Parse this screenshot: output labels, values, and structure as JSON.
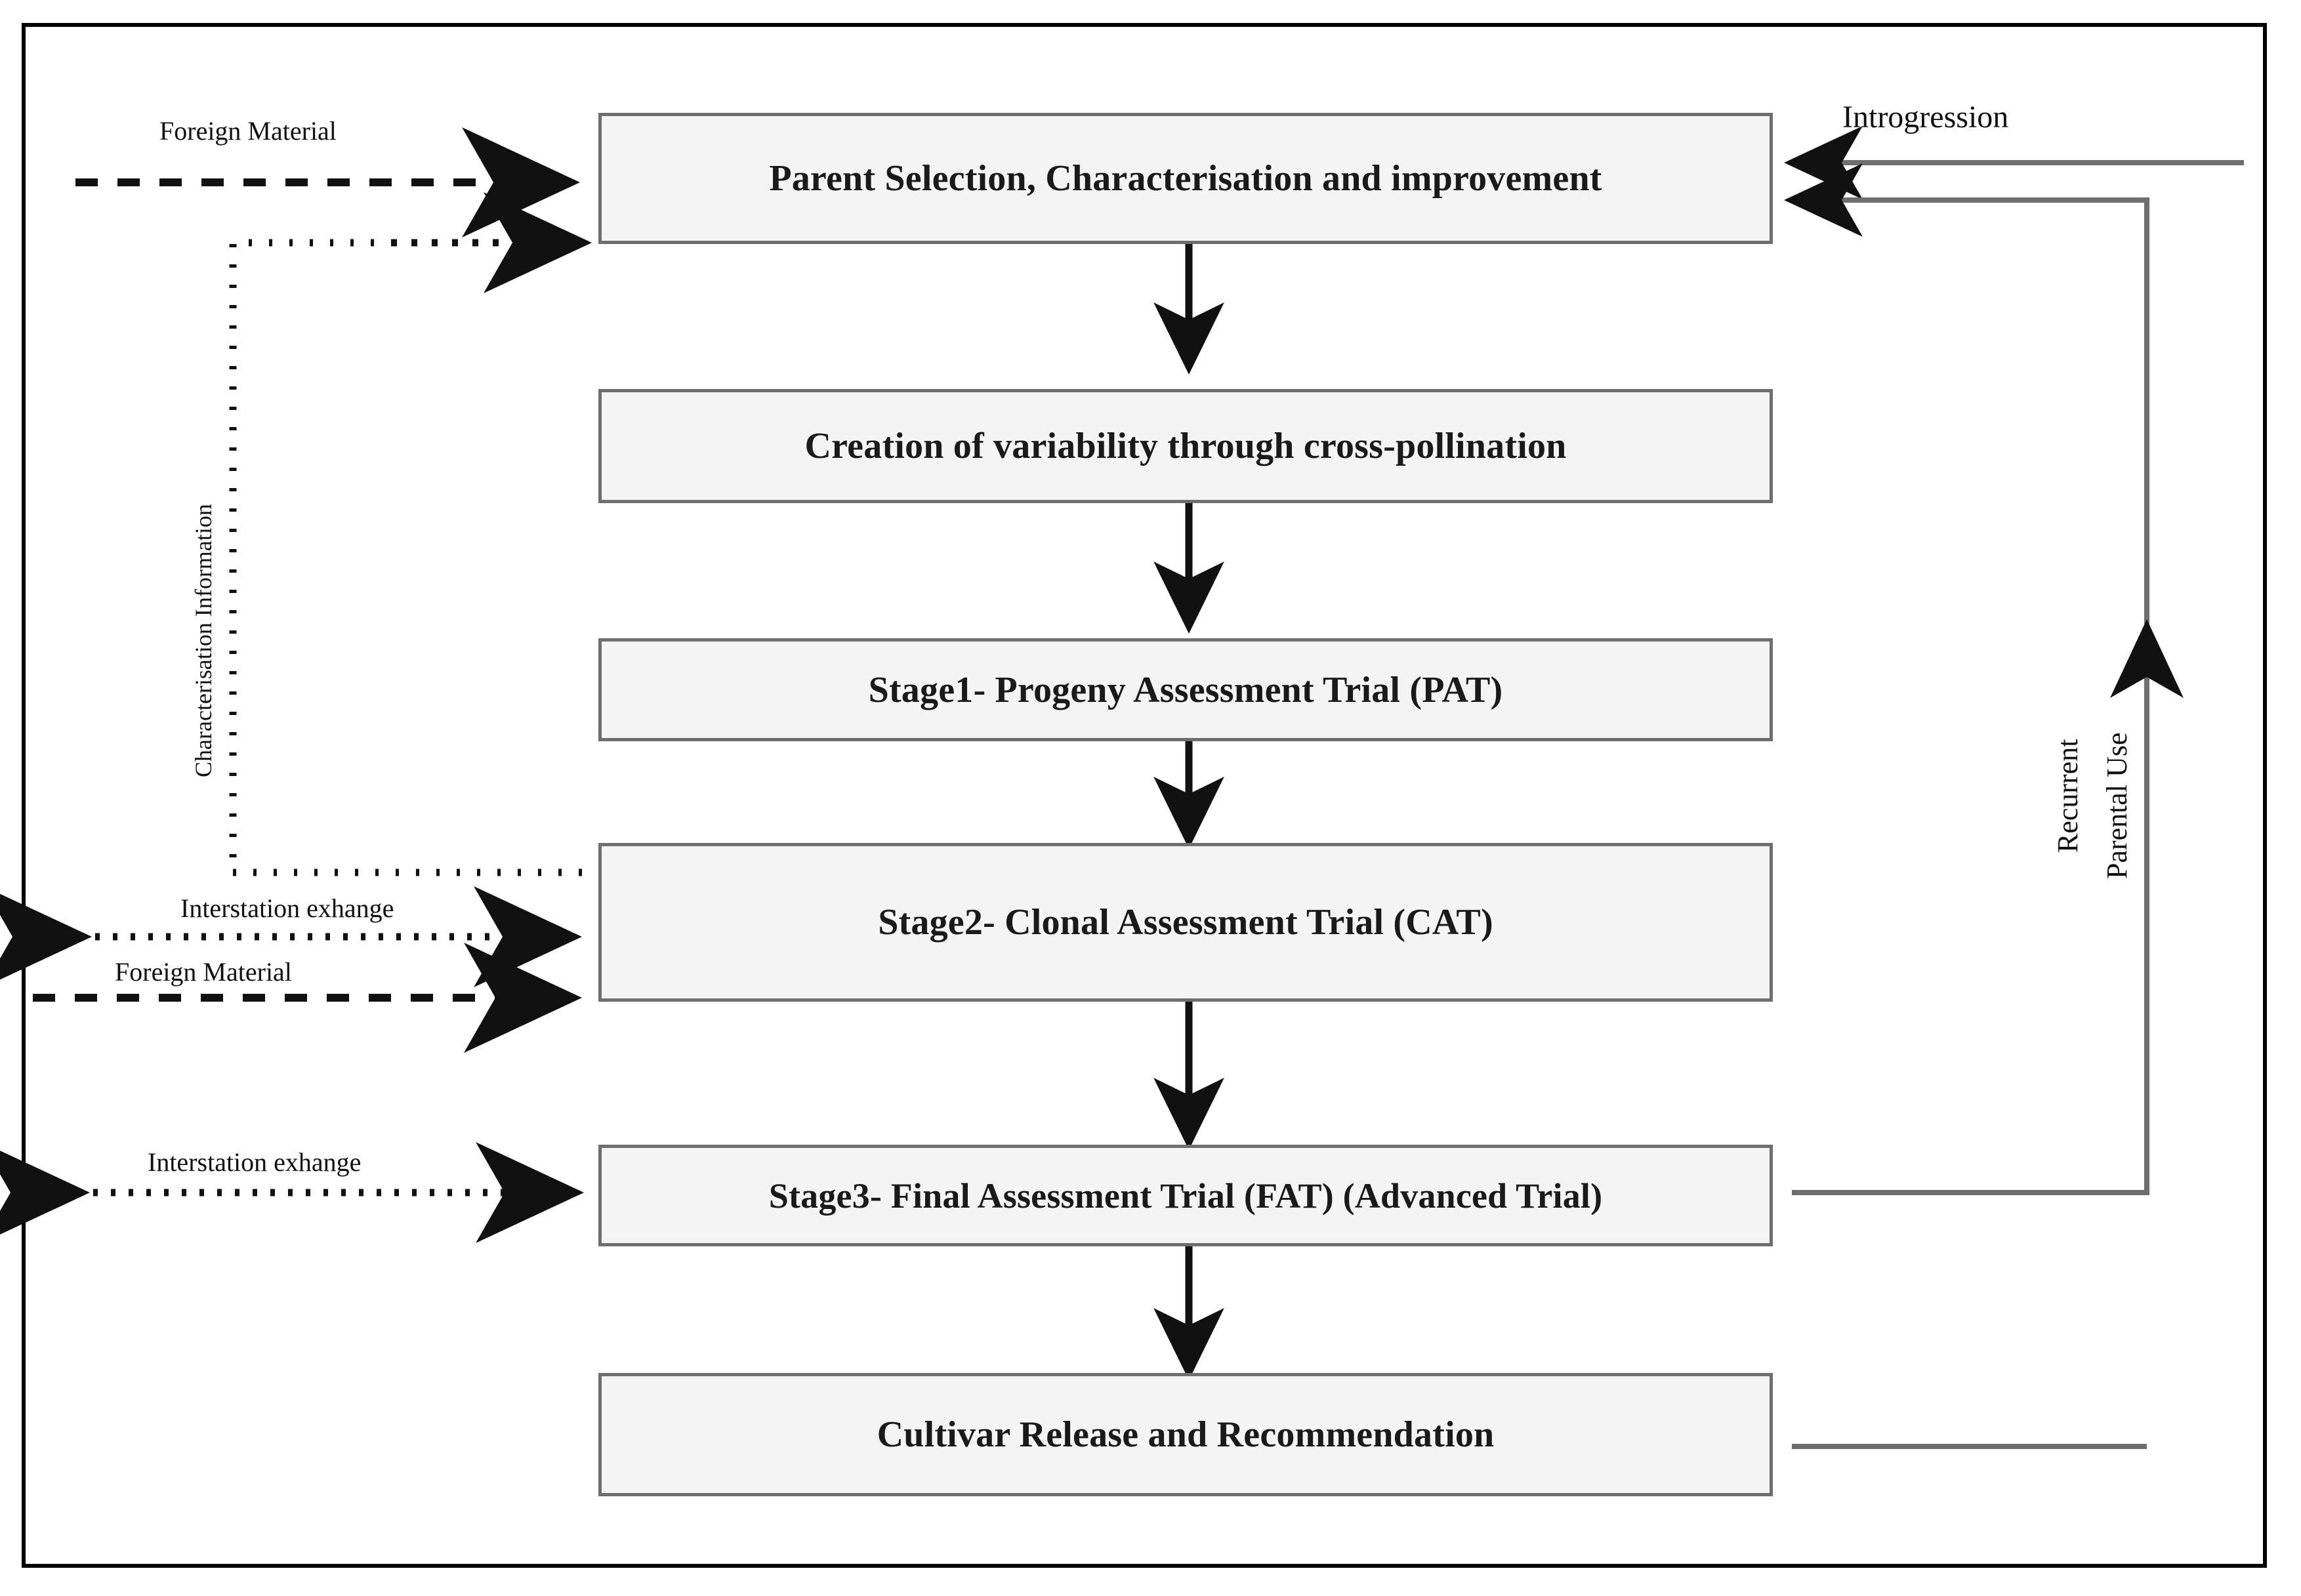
{
  "figure": {
    "kind": "flowchart",
    "title_text": "",
    "border_color": "#000000",
    "node_fill": "#f4f4f4",
    "node_border": "#6e6e6e",
    "connector_color": "#6e6e6e",
    "arrow_color": "#111111"
  },
  "nodes": [
    {
      "id": "parent",
      "label": "Parent Selection, Characterisation and improvement"
    },
    {
      "id": "variability",
      "label": "Creation of variability through cross-pollination"
    },
    {
      "id": "stage1",
      "label": "Stage1- Progeny Assessment Trial (PAT)"
    },
    {
      "id": "stage2",
      "label": "Stage2- Clonal Assessment Trial (CAT)"
    },
    {
      "id": "stage3",
      "label": "Stage3- Final Assessment Trial (FAT) (Advanced Trial)"
    },
    {
      "id": "release",
      "label": "Cultivar Release and Recommendation"
    }
  ],
  "edge_labels": {
    "foreign_material_top": "Foreign Material",
    "characterisation_information": "Characterisation Information",
    "introgression": "Introgression",
    "recurrent_parental_use_line1": "Recurrent",
    "recurrent_parental_use_line2": "Parental Use",
    "interstation_exchange_cat": "Interstation exhange",
    "foreign_material_cat": "Foreign Material",
    "interstation_exchange_fat": "Interstation exhange"
  }
}
